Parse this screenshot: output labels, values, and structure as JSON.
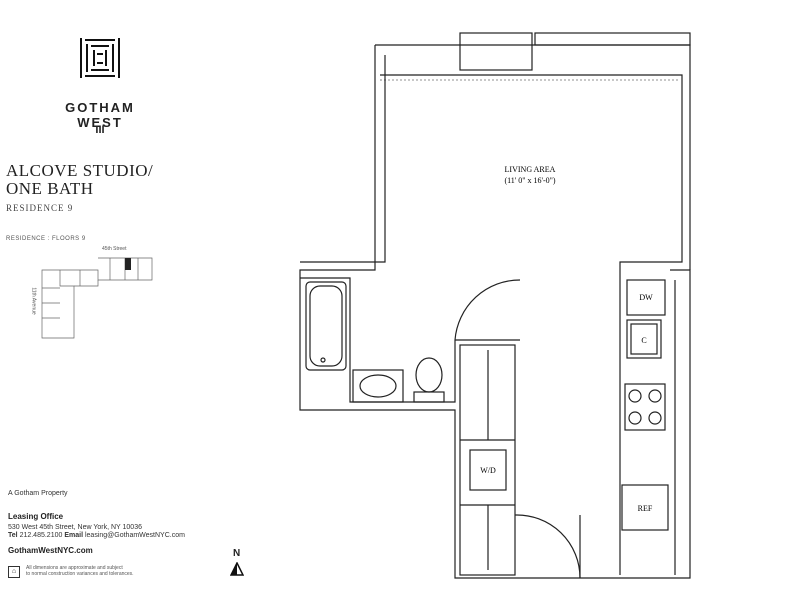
{
  "brand": {
    "name": "GOTHAM WEST",
    "mark": "III",
    "logo": "GW square logo"
  },
  "unit": {
    "title_line1": "ALCOVE STUDIO/",
    "title_line2": "ONE BATH",
    "residence": "RESIDENCE 9",
    "legend": "RESIDENCE : FLOORS 9"
  },
  "keyplan": {
    "street": "45th Street",
    "avenue": "11th Avenue"
  },
  "footer": {
    "property": "A Gotham Property",
    "office_label": "Leasing Office",
    "address": "530 West 45th Street, New York, NY 10036",
    "tel_label": "Tel",
    "tel": "212.485.2100",
    "email_label": "Email",
    "email": "leasing@GothamWestNYC.com",
    "website": "GothamWestNYC.com",
    "disclaimer_line1": "All dimensions are approximate and subject",
    "disclaimer_line2": "to normal construction variances and tolerances."
  },
  "compass": {
    "label": "N"
  },
  "plan": {
    "living_area": "LIVING AREA",
    "living_dims": "(11' 0\" x 16'-0\")",
    "dw": "DW",
    "c": "C",
    "wd": "W/D",
    "ref": "REF"
  }
}
